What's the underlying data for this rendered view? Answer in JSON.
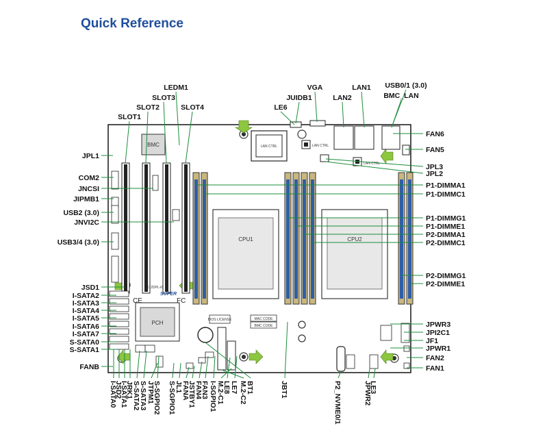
{
  "title": "Quick Reference",
  "board": {
    "model": "X12DPL-i6",
    "brand": "SUPER",
    "cpu1": "CPU1",
    "cpu2": "CPU2",
    "pch": "PCH",
    "bmc": "BMC",
    "lan_ctrl": "LAN CTRL",
    "bios_license": "BIOS LICENSE",
    "mac_code": "MAC CODE",
    "bmc_code": "BMC CODE",
    "cert_ce": "CE",
    "cert_fc": "FC"
  },
  "top_labels": [
    "LEDM1",
    "SLOT3",
    "SLOT2",
    "SLOT4",
    "SLOT1",
    "VGA",
    "LAN1",
    "JUIDB1",
    "LAN2",
    "USB0/1 (3.0)",
    "BMC_LAN",
    "LE6"
  ],
  "left_labels": [
    "JPL1",
    "COM2",
    "JNCSI",
    "JIPMB1",
    "USB2 (3.0)",
    "JNVI2C",
    "USB3/4 (3.0)",
    "JSD1",
    "I-SATA2",
    "I-SATA3",
    "I-SATA4",
    "I-SATA5",
    "I-SATA6",
    "I-SATA7",
    "S-SATA0",
    "S-SATA1",
    "FANB"
  ],
  "right_labels": [
    "FAN6",
    "FAN5",
    "JPL3",
    "JPL2",
    "P1-DIMMA1",
    "P1-DIMMC1",
    "P1-DIMMG1",
    "P1-DIMME1",
    "P2-DIMMA1",
    "P2-DIMMC1",
    "P2-DIMMG1",
    "P2-DIMME1",
    "JPWR3",
    "JPI2C1",
    "JF1",
    "JPWR1",
    "FAN2",
    "FAN1"
  ],
  "bottom_labels": [
    "I-SATA0",
    "JSD2",
    "I-SATA1",
    "JRK1",
    "S-SATA2",
    "S-SATA3",
    "JTPM1",
    "S-SGPIO2",
    "S-SGPIO1",
    "JL1",
    "FANA",
    "JSTBY1",
    "FAN4",
    "FAN3",
    "I-SGPIO1",
    "M.2-C1",
    "LE8",
    "LE7",
    "M.2-C2",
    "BT1",
    "JBT1",
    "P2_NVME0/1",
    "JPWR2",
    "LE3"
  ]
}
